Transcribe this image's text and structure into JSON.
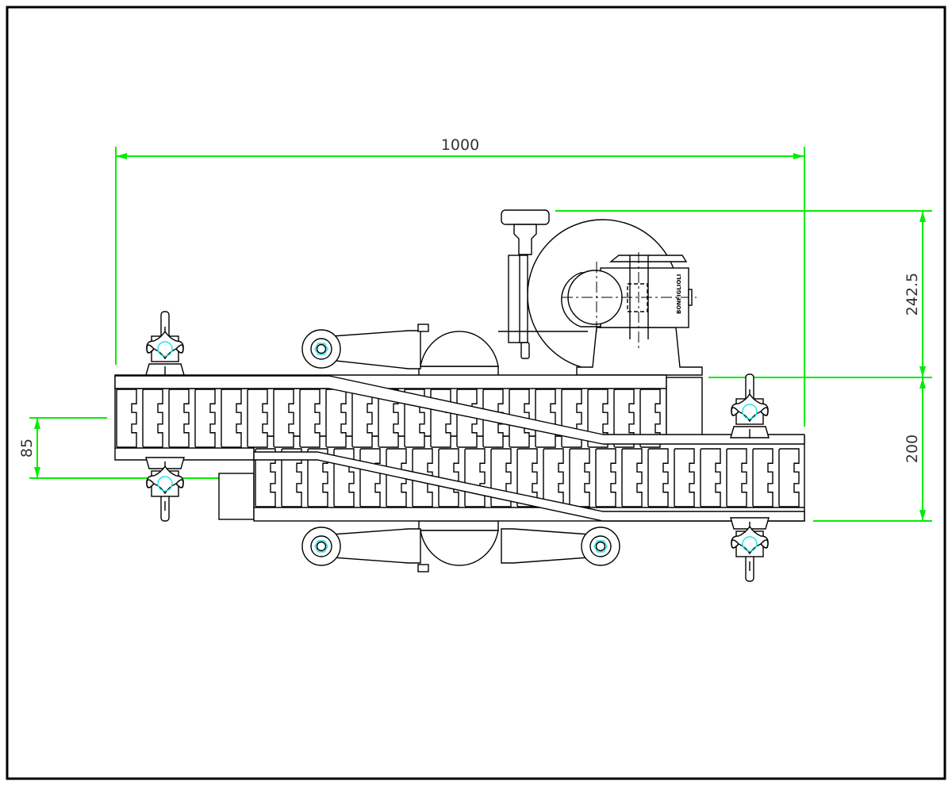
{
  "drawing": {
    "dimensions": {
      "overall_length": "1000",
      "motor_height": "242.5",
      "conveyor_width": "200",
      "offset": "85"
    },
    "motor_brand_label": "BONFIGLIOLI",
    "colors": {
      "dimension": "#00ee00",
      "hole": "#22e6e6",
      "line": "#000000"
    }
  }
}
